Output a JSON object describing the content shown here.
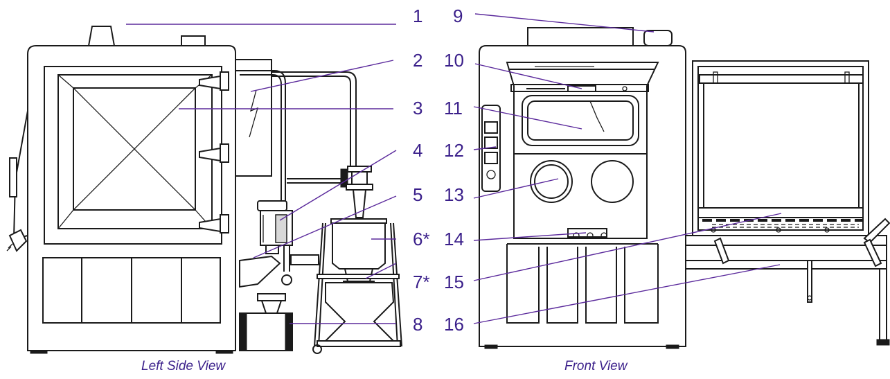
{
  "callouts_left": [
    "1",
    "2",
    "3",
    "4",
    "5",
    "6*",
    "7*",
    "8"
  ],
  "callouts_right": [
    "9",
    "10",
    "11",
    "12",
    "13",
    "14",
    "15",
    "16"
  ],
  "captions": {
    "left_view": "Left Side View",
    "front_view": "Front View"
  },
  "colors": {
    "callout": "#3a1f8a",
    "leader": "#5b2a9c",
    "drawing": "#1a1a1a"
  }
}
